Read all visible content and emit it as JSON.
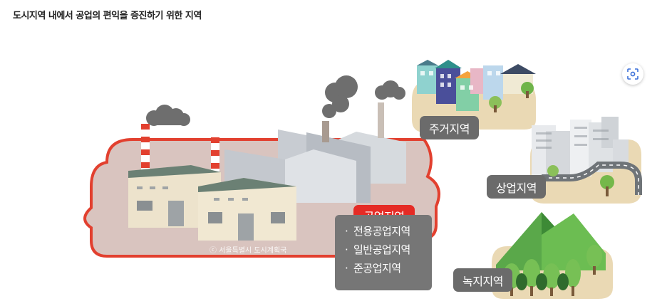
{
  "title": "도시지역 내에서 공업의 편익을 증진하기 위한 지역",
  "zones": {
    "residential": "주거지역",
    "commercial": "상업지역",
    "green": "녹지지역",
    "industrial": "공업지역"
  },
  "industrial_subtypes": [
    "전용공업지역",
    "일반공업지역",
    "준공업지역"
  ],
  "credit": "ⓒ 서울특별시 도시계획국",
  "controls": {
    "lens_icon": "lens-icon"
  }
}
